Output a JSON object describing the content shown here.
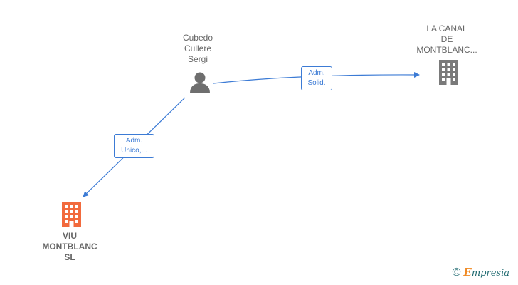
{
  "nodes": {
    "person": {
      "lines": [
        "Cubedo",
        "Cullere",
        "Sergi"
      ]
    },
    "company_canal": {
      "lines": [
        "LA CANAL",
        "DE",
        "MONTBLANC..."
      ]
    },
    "company_viu": {
      "lines": [
        "VIU",
        "MONTBLANC",
        "SL"
      ]
    }
  },
  "edges": {
    "adm_solid": {
      "lines": [
        "Adm.",
        "Solid."
      ]
    },
    "adm_unico": {
      "lines": [
        "Adm.",
        "Unico,..."
      ]
    }
  },
  "watermark": {
    "symbol": "©",
    "brand_initial": "E",
    "brand_rest": "mpresia"
  },
  "colors": {
    "edge": "#3c7bd5",
    "person_icon": "#6e6e6e",
    "company_gray": "#7a7a7a",
    "company_orange": "#f26a3d",
    "label_text": "#666666"
  },
  "icons": {
    "person": "person-icon",
    "company": "building-icon"
  }
}
